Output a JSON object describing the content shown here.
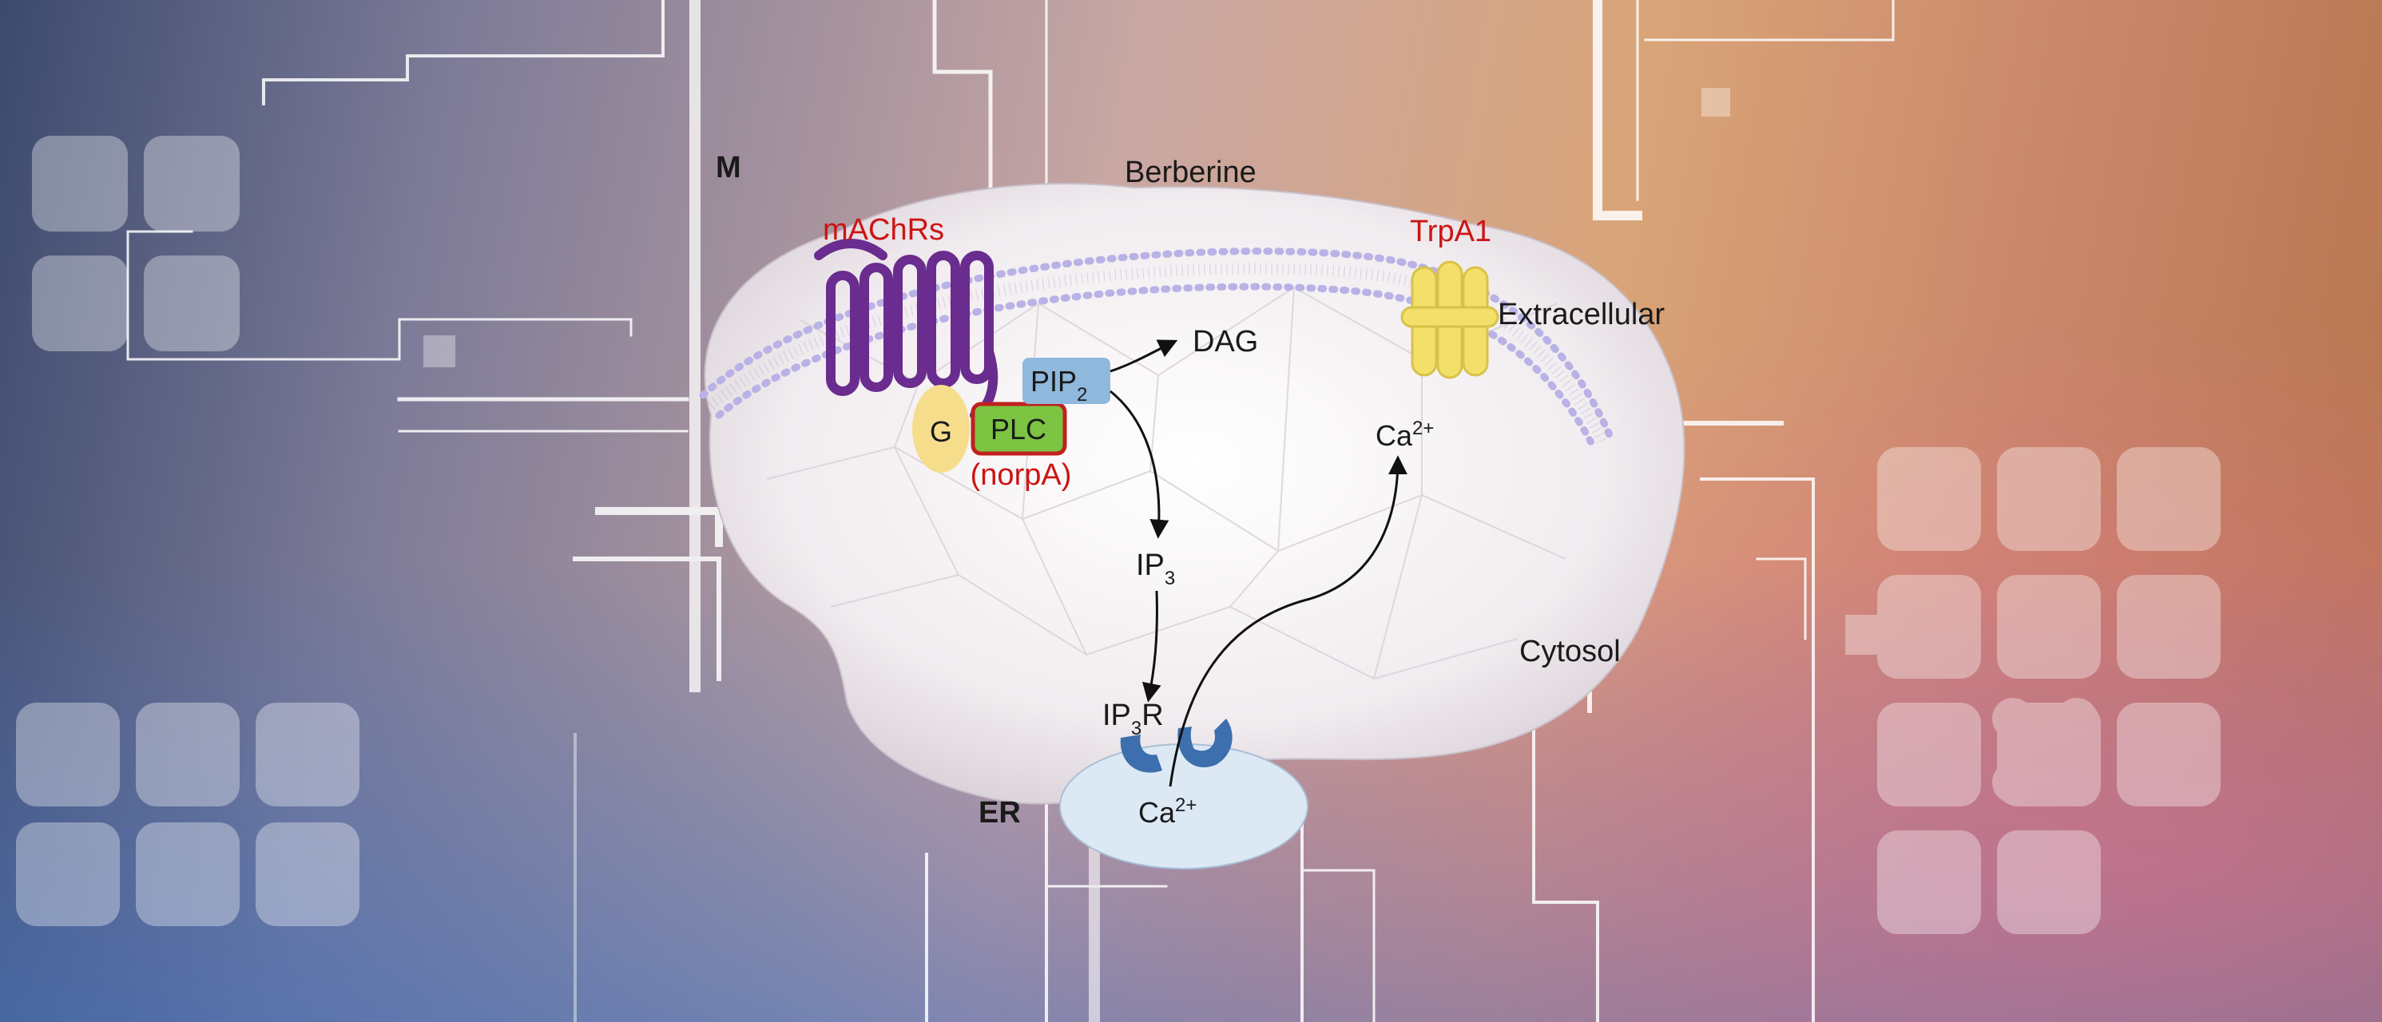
{
  "labels": {
    "m": "M",
    "berberine": "Berberine",
    "machrs": "mAChRs",
    "trpa1": "TrpA1",
    "extracellular": "Extracellular",
    "dag": "DAG",
    "pip": "PIP",
    "pip_sub": "2",
    "g": "G",
    "plc": "PLC",
    "norpa": "(norpA)",
    "ca_top": "Ca",
    "ca_top_sup": "2+",
    "ip3": "IP",
    "ip3_sub": "3",
    "cytosol": "Cytosol",
    "ip3r_a": "IP",
    "ip3r_sub": "3",
    "ip3r_b": "R",
    "er": "ER",
    "ca_er": "Ca",
    "ca_er_sup": "2+"
  },
  "colors": {
    "receptor": "#6a2c8e",
    "g_protein": "#f6dd8c",
    "plc_fill": "#7cc442",
    "plc_border": "#c02020",
    "pip_fill": "#8fb8dc",
    "trpa1": "#f2e06a",
    "ip3r": "#3d6fae",
    "er_fill": "#dce9f5",
    "label_red": "#cc1414",
    "membrane": "#b9b2e6"
  }
}
